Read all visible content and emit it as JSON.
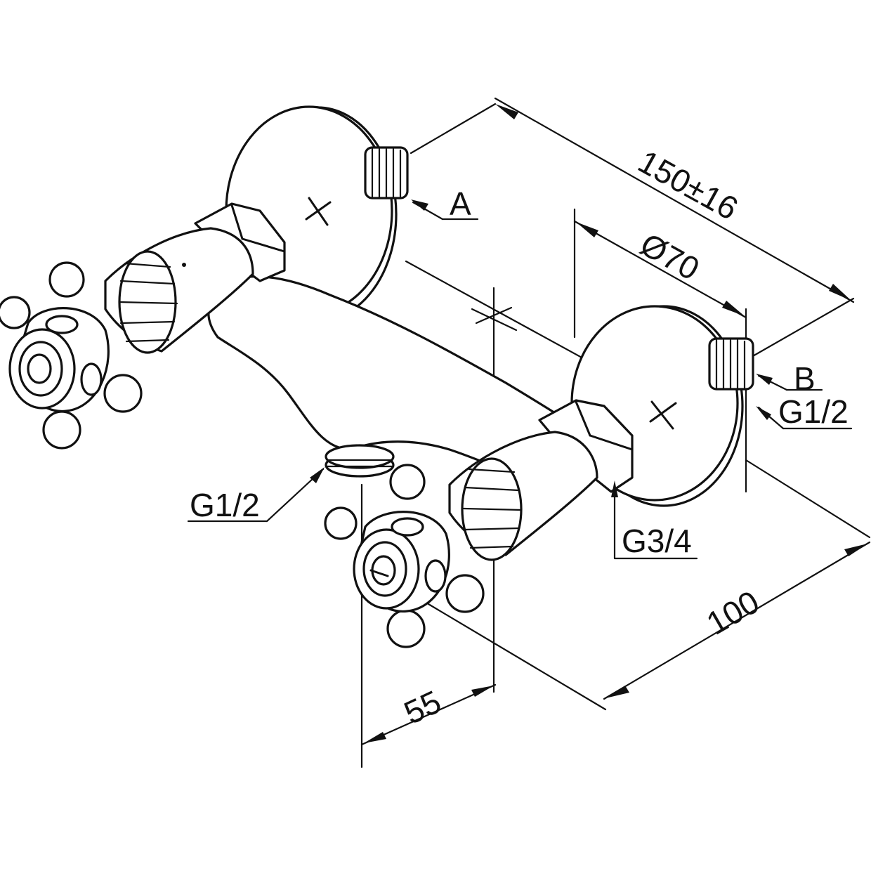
{
  "dimensions": {
    "overall_length": "150±16",
    "flange_diameter": "Ø70",
    "depth": "100",
    "outlet_offset": "55"
  },
  "connections": {
    "inlet_a": "A",
    "inlet_b": "B",
    "inlet_b_thread": "G1/2",
    "outlet_thread": "G1/2",
    "nut_thread": "G3/4"
  }
}
